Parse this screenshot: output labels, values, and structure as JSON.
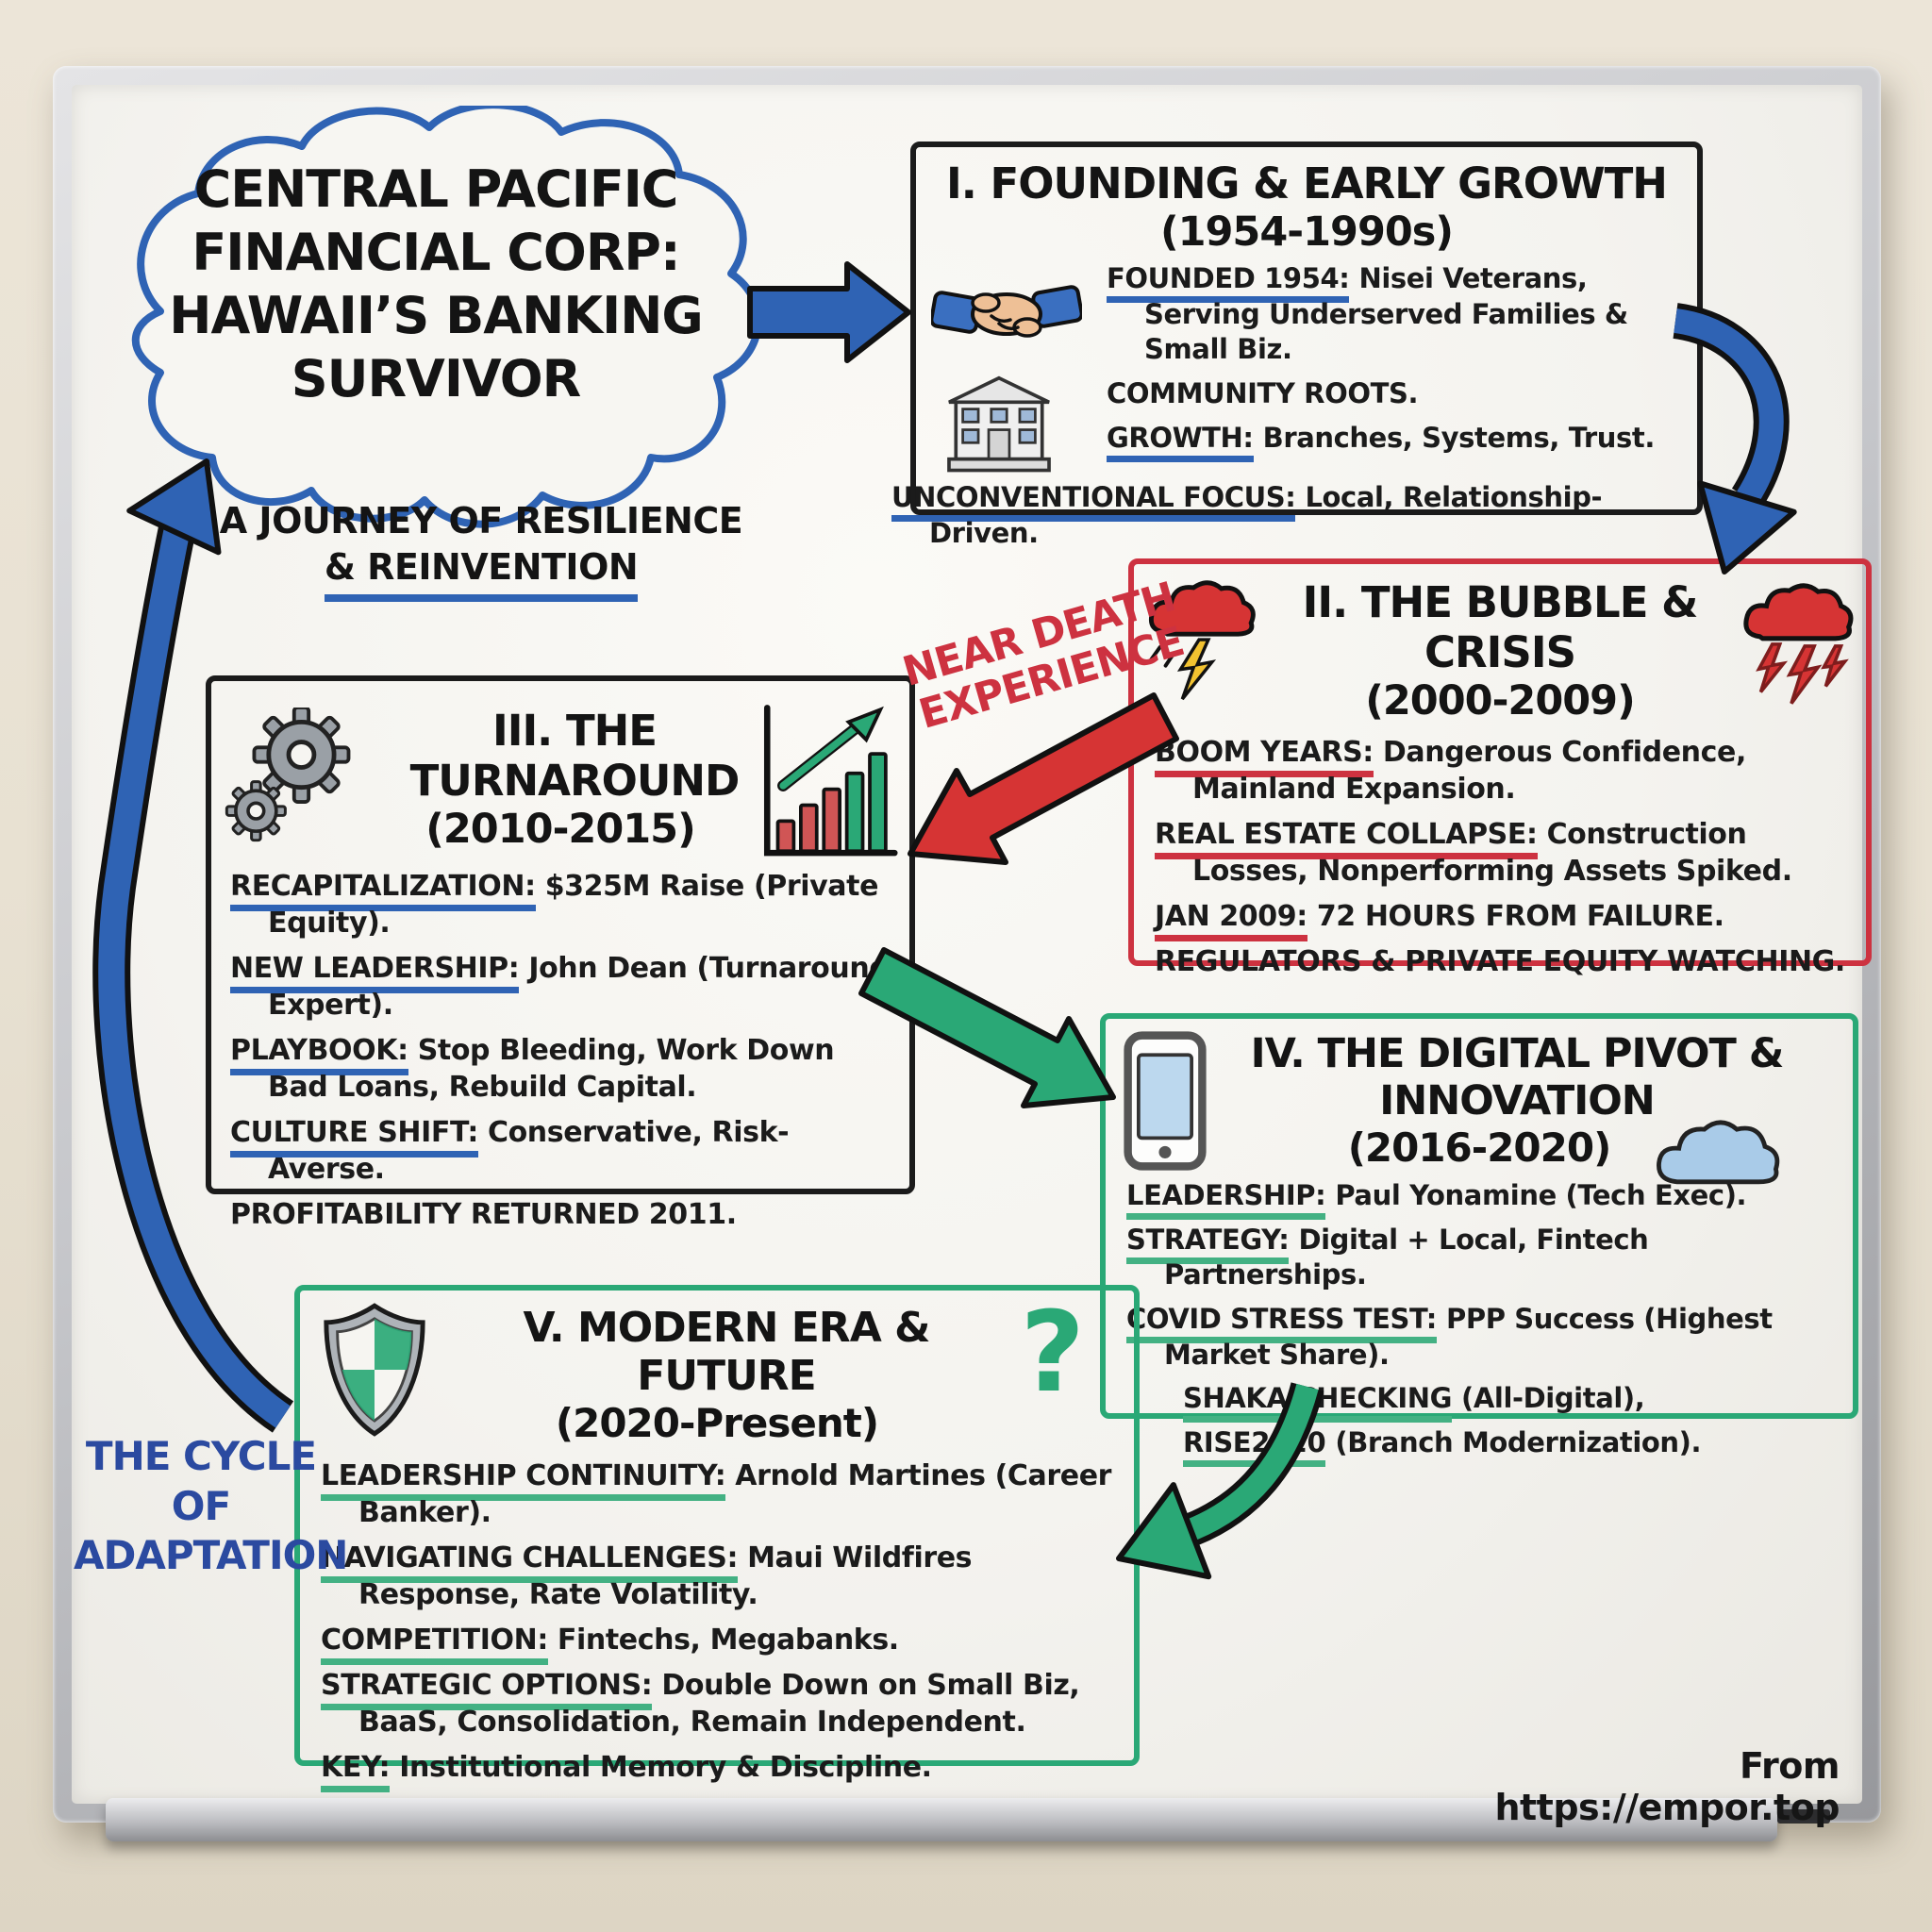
{
  "credit": "From https://empor.top",
  "cloud": {
    "title_lines": [
      "CENTRAL PACIFIC",
      "FINANCIAL CORP:",
      "HAWAII’S BANKING",
      "SURVIVOR"
    ],
    "subtitle_lines": [
      "A JOURNEY OF RESILIENCE",
      "& REINVENTION"
    ]
  },
  "cycle_label": {
    "lines": [
      "THE CYCLE",
      "OF",
      "ADAPTATION"
    ]
  },
  "near_death_label": {
    "lines": [
      "NEAR DEATH",
      "EXPERIENCE"
    ]
  },
  "question_mark": "?",
  "boxes": {
    "box1": {
      "title": "I. FOUNDING & EARLY GROWTH",
      "period": "(1954-1990s)",
      "icons": [
        "handshake-icon",
        "bank-building-icon"
      ],
      "items": [
        {
          "label": "FOUNDED 1954:",
          "text": "Nisei Veterans, Serving Underserved Families & Small Biz."
        },
        {
          "text": "COMMUNITY ROOTS."
        },
        {
          "label": "GROWTH:",
          "text": "Branches, Systems, Trust."
        },
        {
          "label": "UNCONVENTIONAL FOCUS:",
          "text": "Local, Relationship-Driven."
        }
      ]
    },
    "box2": {
      "title": "II. THE BUBBLE & CRISIS",
      "period": "(2000-2009)",
      "icons": [
        "storm-cloud-lightning-icon",
        "storm-cloud-lightning-icon"
      ],
      "items": [
        {
          "label": "BOOM YEARS:",
          "text": "Dangerous Confidence, Mainland Expansion."
        },
        {
          "label": "REAL ESTATE COLLAPSE:",
          "text": "Construction Losses, Nonperforming Assets Spiked."
        },
        {
          "label": "JAN 2009:",
          "text": "72 HOURS FROM FAILURE."
        },
        {
          "text": "REGULATORS & PRIVATE EQUITY WATCHING."
        }
      ]
    },
    "box3": {
      "title": "III. THE TURNAROUND",
      "period": "(2010-2015)",
      "icons": [
        "gears-icon",
        "growth-bar-chart-icon"
      ],
      "items": [
        {
          "label": "RECAPITALIZATION:",
          "text": "$325M Raise (Private Equity)."
        },
        {
          "label": "NEW LEADERSHIP:",
          "text": "John Dean (Turnaround Expert)."
        },
        {
          "label": "PLAYBOOK:",
          "text": "Stop Bleeding, Work Down Bad Loans, Rebuild Capital."
        },
        {
          "label": "CULTURE SHIFT:",
          "text": "Conservative, Risk-Averse."
        },
        {
          "text": "PROFITABILITY RETURNED 2011."
        }
      ]
    },
    "box4": {
      "title": "IV. THE DIGITAL PIVOT & INNOVATION",
      "period": "(2016-2020)",
      "icons": [
        "smartphone-icon",
        "cloud-icon"
      ],
      "items": [
        {
          "label": "LEADERSHIP:",
          "text": "Paul Yonamine (Tech Exec)."
        },
        {
          "label": "STRATEGY:",
          "text": "Digital + Local, Fintech Partnerships."
        },
        {
          "label": "COVID STRESS TEST:",
          "text": "PPP Success (Highest Market Share)."
        },
        {
          "label": "SHAKA CHECKING",
          "text": "(All-Digital),"
        },
        {
          "label": "RISE2020",
          "text": "(Branch Modernization)."
        }
      ]
    },
    "box5": {
      "title": "V. MODERN ERA & FUTURE",
      "period": "(2020-Present)",
      "icons": [
        "shield-icon",
        "question-mark-icon"
      ],
      "items": [
        {
          "label": "LEADERSHIP CONTINUITY:",
          "text": "Arnold Martines (Career Banker)."
        },
        {
          "label": "NAVIGATING CHALLENGES:",
          "text": "Maui Wildfires Response, Rate Volatility."
        },
        {
          "label": "COMPETITION:",
          "text": "Fintechs, Megabanks."
        },
        {
          "label": "STRATEGIC OPTIONS:",
          "text": "Double Down on Small Biz, BaaS, Consolidation, Remain Independent."
        },
        {
          "label": "KEY:",
          "text": "Institutional Memory & Discipline."
        }
      ]
    }
  },
  "colors": {
    "marker_blue": "#2f63b4",
    "marker_navy": "#2b4aa0",
    "marker_red": "#cd3240",
    "marker_green": "#2aa876",
    "marker_black": "#1b1b1b",
    "board_white": "#f4f3ef",
    "wall_beige": "#e8e1d2",
    "frame_silver": "#c6c7cb"
  }
}
